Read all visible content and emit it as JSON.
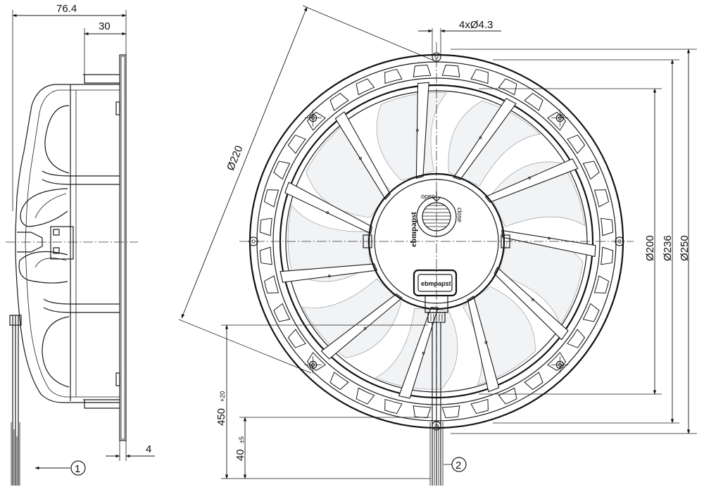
{
  "dimensions": {
    "side_total_depth": "76.4",
    "side_flange_depth": "30",
    "flange_thickness": "4",
    "hole_spec": "4xØ4.3",
    "diag_diameter": "Ø220",
    "d200": "Ø200",
    "d236": "Ø236",
    "d250": "Ø250",
    "lead_length": "450",
    "lead_length_tol": "+20",
    "strip_length": "40",
    "strip_length_tol": "±5"
  },
  "callouts": {
    "view1": "1",
    "view2": "2"
  },
  "hub_labels": {
    "brand_text": "ebmpapst",
    "connector_brand": "ebmpapst",
    "open_label": "open",
    "close_label": "close"
  },
  "colors": {
    "line": "#1a1a1a",
    "blade_fill": "#f1f3f5",
    "background": "#ffffff"
  }
}
